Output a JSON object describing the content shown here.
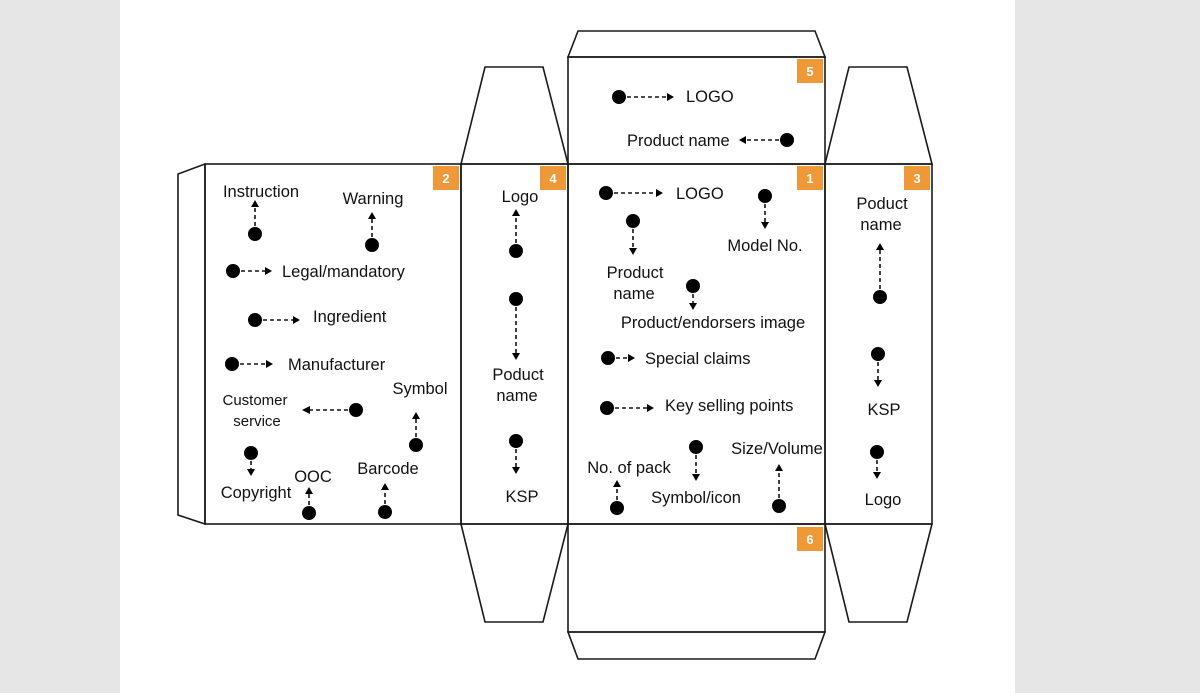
{
  "accent_color": "#ef9837",
  "panels": [
    {
      "id": "2",
      "labels": [
        "Instruction",
        "Warning",
        "Legal/mandatory",
        "Ingredient",
        "Manufacturer",
        "Customer",
        "service",
        "Symbol",
        "Copyright",
        "OOC",
        "Barcode"
      ]
    },
    {
      "id": "4",
      "labels": [
        "Logo",
        "Poduct",
        "name",
        "KSP"
      ]
    },
    {
      "id": "1",
      "labels": [
        "LOGO",
        "Model No.",
        "Product",
        "name",
        "Product/endorsers image",
        "Special claims",
        "Key selling points",
        "Size/Volume",
        "No. of pack",
        "Symbol/icon"
      ]
    },
    {
      "id": "3",
      "labels": [
        "Poduct",
        "name",
        "KSP",
        "Logo"
      ]
    },
    {
      "id": "5",
      "labels": [
        "LOGO",
        "Product name"
      ]
    },
    {
      "id": "6",
      "labels": []
    }
  ]
}
